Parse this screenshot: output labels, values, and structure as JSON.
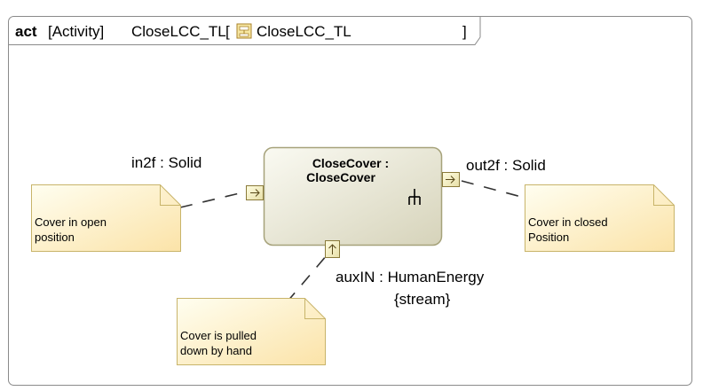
{
  "frame": {
    "keyword": "act",
    "kind": "[Activity]",
    "name": "CloseLCC_TL",
    "bracket_open": "[",
    "ref_name": "CloseLCC_TL",
    "bracket_close": "]"
  },
  "action": {
    "name_line1": "CloseCover :",
    "name_line2": "CloseCover"
  },
  "pins": {
    "in": {
      "label": "in2f : Solid"
    },
    "out": {
      "label": "out2f : Solid"
    },
    "aux": {
      "label": "auxIN : HumanEnergy",
      "stereotype": "{stream}"
    }
  },
  "notes": {
    "open": {
      "line1": "Cover in open",
      "line2": "position"
    },
    "closed": {
      "line1": "Cover in closed",
      "line2": "Position"
    },
    "pulled": {
      "line1": "Cover is pulled",
      "line2": "down by hand"
    }
  },
  "colors": {
    "frame_border": "#8a8a8a",
    "action_fill_light": "#fafaf2",
    "action_fill_dark": "#d8d6bf",
    "action_border": "#a6a27a",
    "note_fill_light": "#fffde8",
    "note_fill_dark": "#fbe6b0",
    "note_border": "#c8b46a",
    "pin_border": "#8a7a3a"
  }
}
